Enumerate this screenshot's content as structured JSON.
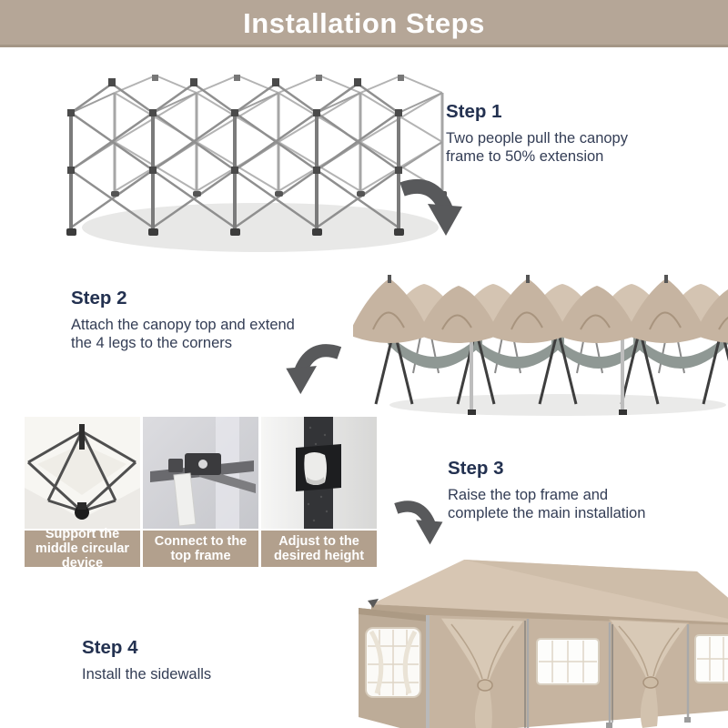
{
  "header": {
    "title": "Installation Steps"
  },
  "steps": [
    {
      "label": "Step 1",
      "description": "Two people pull the canopy frame to 50% extension"
    },
    {
      "label": "Step 2",
      "description": "Attach the canopy top and extend the 4 legs to the corners"
    },
    {
      "label": "Step 3",
      "description": "Raise the top frame and complete the main installation"
    },
    {
      "label": "Step 4",
      "description": "Install the sidewalls"
    }
  ],
  "detail_captions": [
    "Support the middle circular device",
    "Connect to the top frame",
    "Adjust to the desired height"
  ],
  "figures": {
    "step1": "folded canopy scissor frame",
    "step2": "canopy top draped over half-extended frame",
    "step3_details": [
      "underside of canopy center",
      "top frame connector",
      "leg height adjustment button"
    ],
    "step4": "assembled canopy tent with sidewalls"
  },
  "colors": {
    "banner_bg": "#b5a697",
    "caption_bg": "#b2a08d",
    "heading_text": "#233150",
    "body_text": "#333d55",
    "arrow": "#58595b",
    "canopy_beige": "#c6b4a1",
    "frame_gray": "#8f8f8f"
  }
}
